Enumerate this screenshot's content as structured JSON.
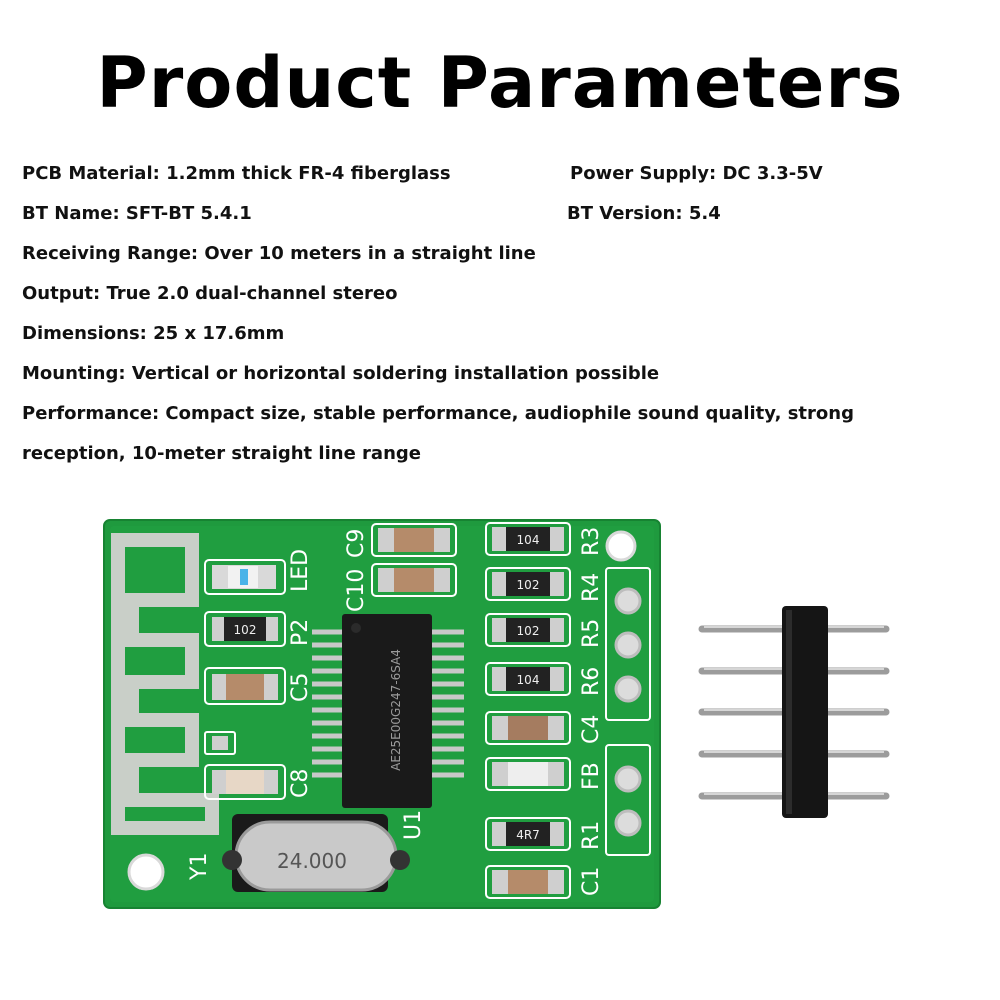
{
  "title": "Product Parameters",
  "params": {
    "pcb_material": "PCB Material: 1.2mm thick FR-4 fiberglass",
    "power_supply": "Power Supply: DC 3.3-5V",
    "bt_name": "BT Name: SFT-BT 5.4.1",
    "bt_version": "BT Version: 5.4",
    "receiving_range": "Receiving Range: Over 10 meters in a straight line",
    "output": "Output: True 2.0 dual-channel stereo",
    "dimensions": "Dimensions: 25 x 17.6mm",
    "mounting": "Mounting: Vertical or horizontal soldering installation possible",
    "performance_1": "Performance: Compact size, stable performance, audiophile sound quality, strong",
    "performance_2": "reception, 10-meter straight line range"
  },
  "board": {
    "labels": {
      "c10": "C10",
      "c9": "C9",
      "led": "LED",
      "p2": "P2",
      "c5": "C5",
      "c8": "C8",
      "y1": "Y1",
      "u1": "U1",
      "r3": "R3",
      "r4": "R4",
      "r5": "R5",
      "r6": "R6",
      "c4": "C4",
      "fb": "FB",
      "r1": "R1",
      "c1": "C1"
    },
    "resistor_codes": {
      "r3": "104",
      "r4": "102",
      "r5": "102",
      "r6": "104",
      "r1": "4R7",
      "p2": "102"
    },
    "chip_marking": "AE25E00G247-6SA4",
    "crystal_marking": "24.000",
    "colors": {
      "pcb": "#1f9a3e",
      "silk": "#ffffff",
      "chip": "#1a1a1a",
      "cap": "#b58b6a"
    }
  },
  "pin_header": {
    "pin_count": 5
  }
}
